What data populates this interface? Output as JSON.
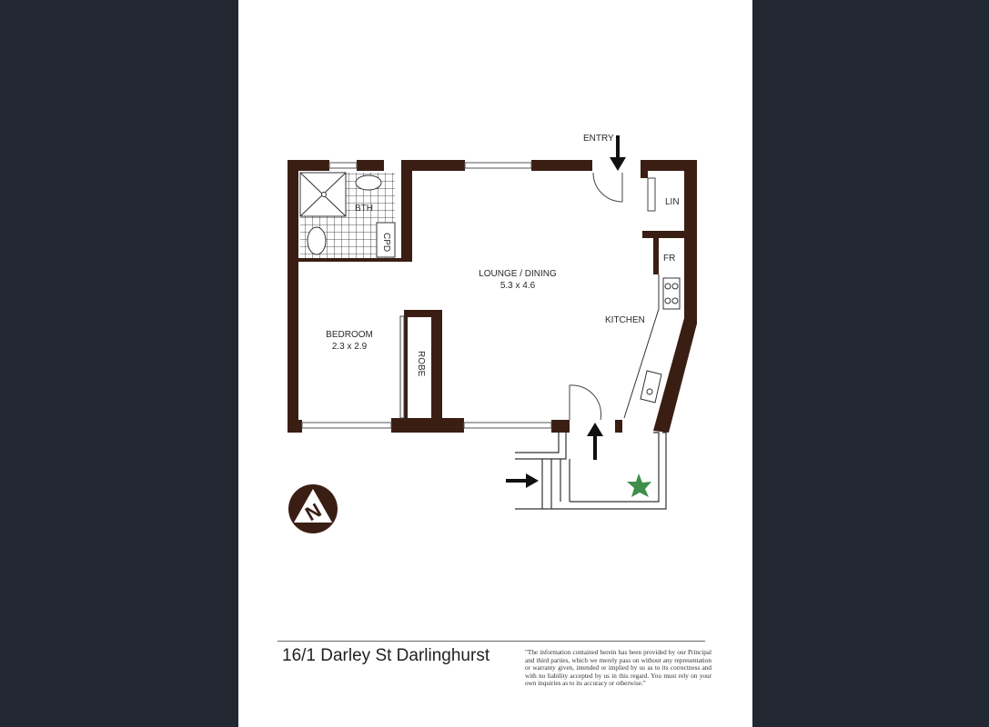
{
  "plan": {
    "labels": {
      "entry": "ENTRY",
      "lin": "LIN",
      "bth": "BTH",
      "cpd": "CPD",
      "lounge": "LOUNGE / DINING",
      "lounge_dim": "5.3 x 4.6",
      "fr": "FR",
      "kitchen": "KITCHEN",
      "bedroom": "BEDROOM",
      "bedroom_dim": "2.3 x 2.9",
      "robe": "ROBE"
    },
    "compass_letter": "N",
    "colors": {
      "wall": "#3a1e14",
      "page": "#ffffff",
      "backdrop": "#222831",
      "plant": "#3f8f4a"
    }
  },
  "footer": {
    "address": "16/1 Darley St Darlinghurst",
    "disclaimer": "\"The information contained herein has been provided by our Principal and third parties, which we merely pass on without any representation or warranty given, intended or implied by us as to its correctness and with no liability accepted by us in this regard. You must rely on your own inquiries as to its accuracy or otherwise.\""
  }
}
